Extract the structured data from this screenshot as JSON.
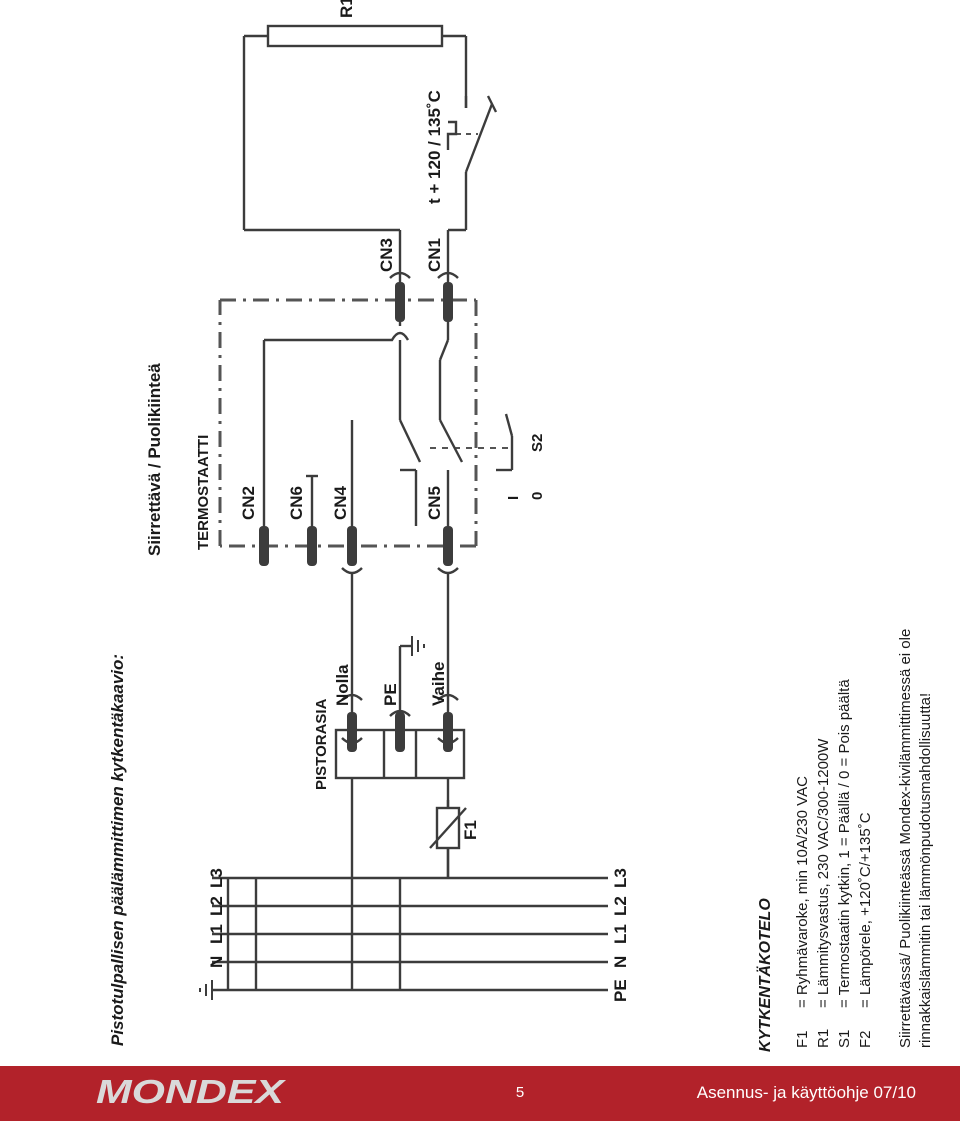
{
  "heading": "Pistotulpallisen päälämmittimen kytkentäkaavio:",
  "variant": "Siirrettävä / Puolikiinteä",
  "labels": {
    "termostaatti": "TERMOSTAATTI",
    "pistorasia": "PISTORASIA",
    "nolla": "Nolla",
    "pe": "PE",
    "vaihe": "Vaihe",
    "f1": "F1",
    "r1": "R1",
    "cn1": "CN1",
    "cn2": "CN2",
    "cn3": "CN3",
    "cn4": "CN4",
    "cn5": "CN5",
    "cn6": "CN6",
    "s2": "S2",
    "switch_on": "I",
    "switch_off": "0",
    "f2": "t + 120 / 135˚C",
    "bus_top": [
      "N",
      "L1",
      "L2",
      "L3"
    ],
    "bus_bottom": [
      "PE",
      "N",
      "L1",
      "L2",
      "L3"
    ]
  },
  "legend": {
    "title": "KYTKENTÄKOTELO",
    "items": [
      {
        "code": "F1",
        "desc": "= Ryhmävaroke, min 10A/230 VAC"
      },
      {
        "code": "R1",
        "desc": "= Lämmitysvastus, 230 VAC/300-1200W"
      },
      {
        "code": "S1",
        "desc": "= Termostaatin kytkin, 1 = Päällä / 0 = Pois päältä"
      },
      {
        "code": "F2",
        "desc": "= Lämpörele, +120˚C/+135˚C"
      }
    ],
    "note_line1": "Siirrettävässä/ Puolikiinteässä Mondex-kivilämmittimessä ei ole",
    "note_line2": "rinnakkaislämmitin tai lämmönpudotusmahdollisuutta!"
  },
  "footer": {
    "brand": "MONDEX",
    "page": "5",
    "title": "Asennus- ja käyttöohje 07/10",
    "band_color": "#b2222a",
    "text_color": "#ffffff"
  },
  "colors": {
    "line": "#3c3c3c",
    "dash": "#555555"
  }
}
